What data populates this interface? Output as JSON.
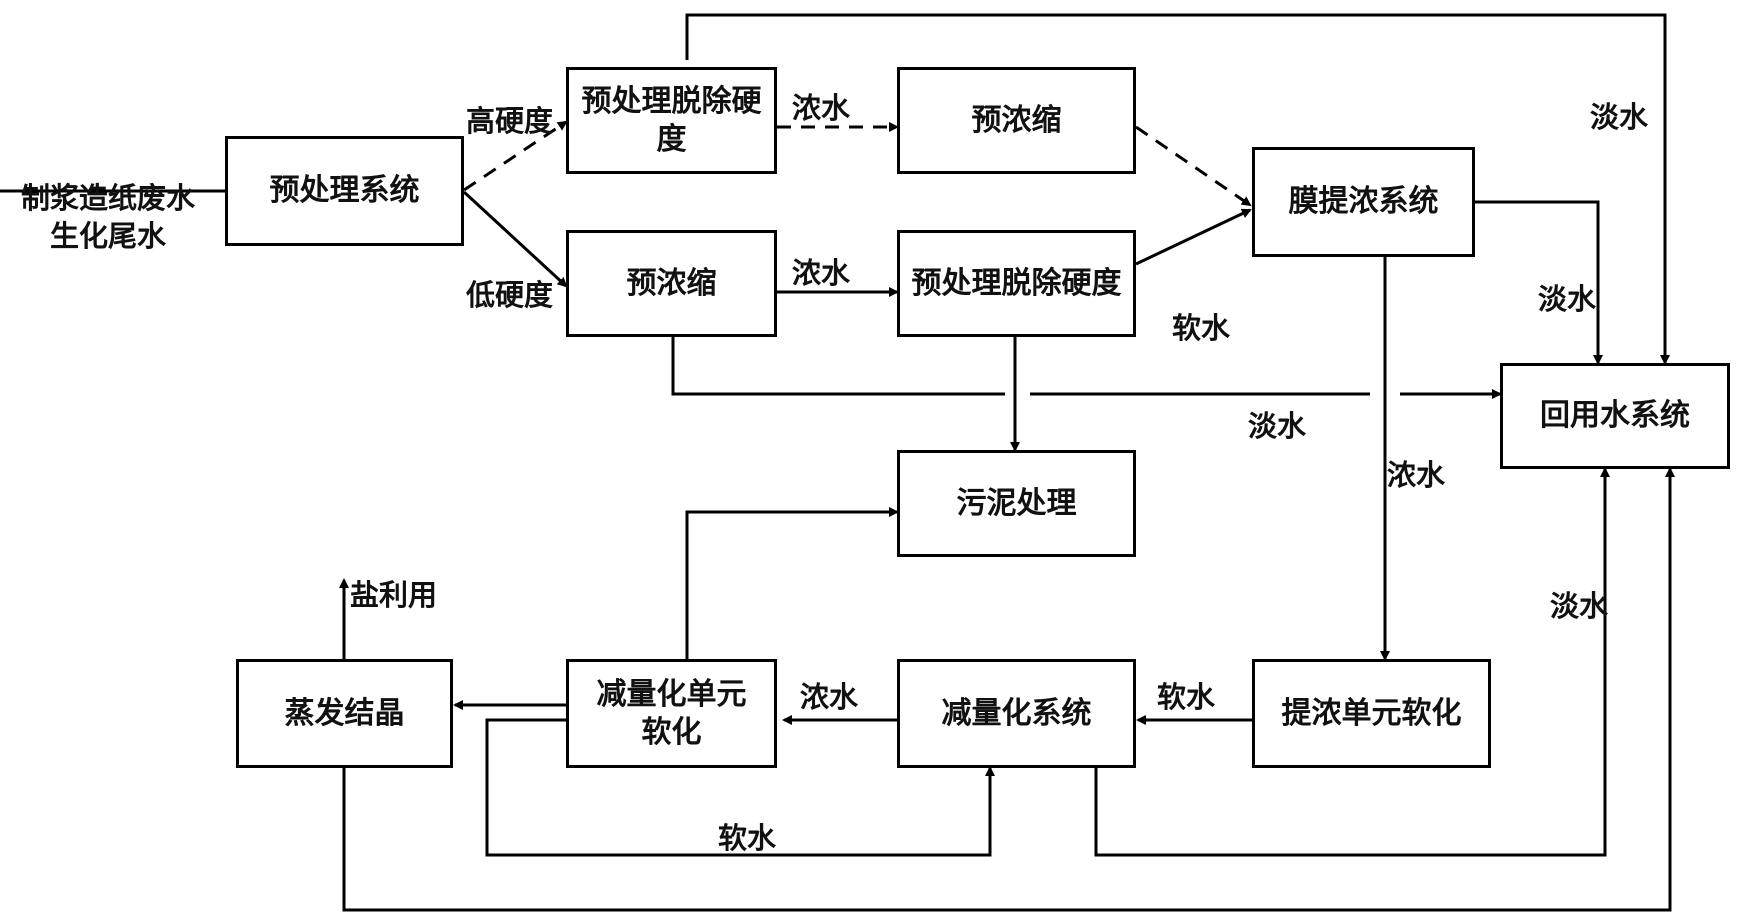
{
  "boxes": {
    "pretreatment": "预处理系统",
    "pre_remove_hardness_top": "预处理脱除硬度",
    "pre_concentration_top": "预浓缩",
    "pre_concentration_bottom": "预浓缩",
    "pre_remove_hardness_bottom": "预处理脱除硬度",
    "membrane_concentration": "膜提浓系统",
    "reuse_water": "回用水系统",
    "sludge": "污泥处理",
    "evaporation": "蒸发结晶",
    "reduction_softening": "减量化单元软化",
    "reduction_system": "减量化系统",
    "concentration_softening": "提浓单元软化"
  },
  "labels": {
    "input": "制浆造纸废水生化尾水",
    "high_hardness": "高硬度",
    "low_hardness": "低硬度",
    "conc_water_1": "浓水",
    "conc_water_2": "浓水",
    "soft_water_1": "软水",
    "fresh_water_top": "淡水",
    "fresh_water_mid": "淡水",
    "fresh_water_right": "淡水",
    "conc_water_vert": "浓水",
    "fresh_water_low": "淡水",
    "salt_use": "盐利用",
    "conc_water_3": "浓水",
    "soft_water_2": "软水",
    "soft_water_3": "软水"
  }
}
